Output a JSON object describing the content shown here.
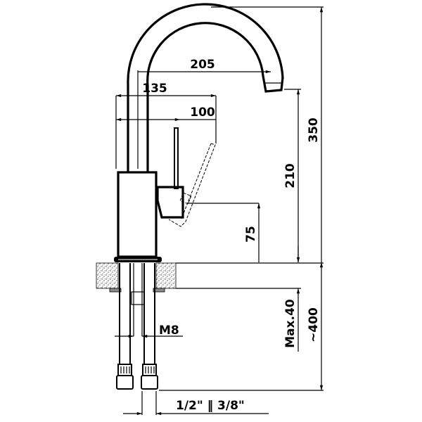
{
  "drawing": {
    "subject": "faucet",
    "dimensions": {
      "spout_reach": "205",
      "body_to_lever_tip": "135",
      "body_to_lever": "100",
      "spout_height": "210",
      "total_height": "350",
      "lever_height": "75",
      "max_counter_thickness": "Max.40",
      "hose_length": "~400",
      "thread": "M8",
      "connections": "1/2\" ‖ 3/8\""
    },
    "colors": {
      "line": "#000000",
      "background": "#ffffff"
    }
  }
}
